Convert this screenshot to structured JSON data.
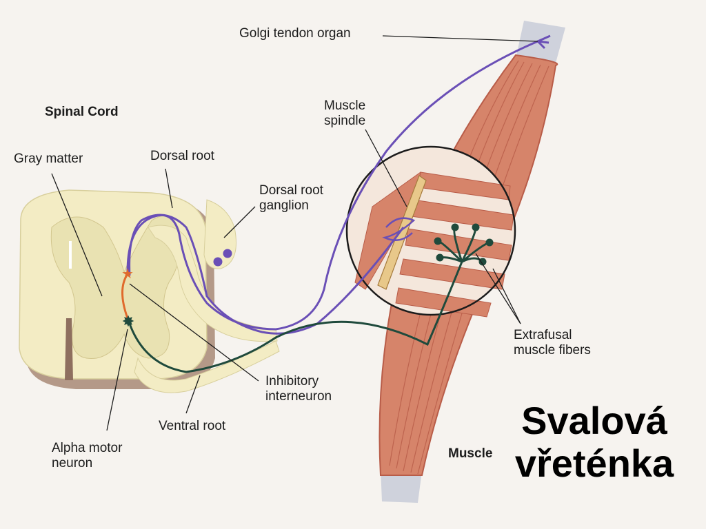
{
  "title": {
    "line1": "Svalová",
    "line2": "vřeténka"
  },
  "labels": {
    "spinal_cord": "Spinal Cord",
    "gray_matter": "Gray matter",
    "dorsal_root": "Dorsal root",
    "dorsal_root_ganglion": "Dorsal root\nganglion",
    "golgi_tendon_organ": "Golgi tendon organ",
    "muscle_spindle": "Muscle\nspindle",
    "extrafusal_muscle_fibers": "Extrafusal\nmuscle fibers",
    "inhibitory_interneuron": "Inhibitory\ninterneuron",
    "ventral_root": "Ventral root",
    "alpha_motor_neuron": "Alpha motor\nneuron",
    "muscle": "Muscle"
  },
  "colors": {
    "spinal_cord": "#f3ecc4",
    "spinal_cord_cut": "#a88876",
    "muscle": "#d6846a",
    "muscle_dark": "#b85c48",
    "tendon": "#cfd2dc",
    "sensory_nerve": "#6a4fb6",
    "motor_nerve": "#1f4a3c",
    "interneuron": "#e06a2c"
  }
}
